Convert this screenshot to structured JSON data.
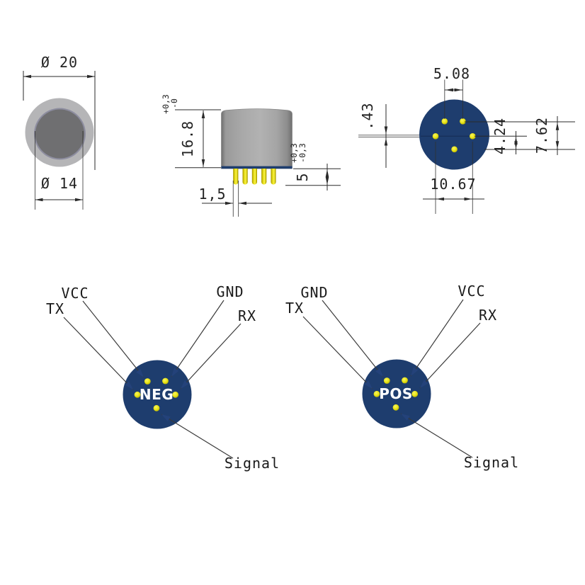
{
  "drawing": {
    "front_view": {
      "outer_dia": "Ø 20",
      "inner_dia": "Ø 14"
    },
    "side_view": {
      "height": "16.8",
      "height_tol_top": "+0,3",
      "height_tol_bottom": "-0",
      "pin_length": "5",
      "pin_tol_top": "+0,3",
      "pin_tol_bottom": "-0,3",
      "pin_width": "1,5"
    },
    "bottom_view": {
      "top_pin_spacing": "5.08",
      "pin_dia": ".43",
      "row_gap": "4.24",
      "row_span": "7.62",
      "mid_pin_spacing": "10.67"
    }
  },
  "pinouts": [
    {
      "center": "NEG",
      "far_left": "TX",
      "upper_left": "VCC",
      "upper_right": "GND",
      "right": "RX",
      "bottom": "Signal"
    },
    {
      "center": "POS",
      "far_left": "TX",
      "upper_left": "GND",
      "upper_right": "VCC",
      "right": "RX",
      "bottom": "Signal"
    }
  ],
  "colors": {
    "navy": "#1e3d6e",
    "pin_yellow": "#e8e414",
    "ring_gray": "#b5b5b7",
    "inner_gray": "#6f6f71",
    "line": "#2a2a2a"
  }
}
